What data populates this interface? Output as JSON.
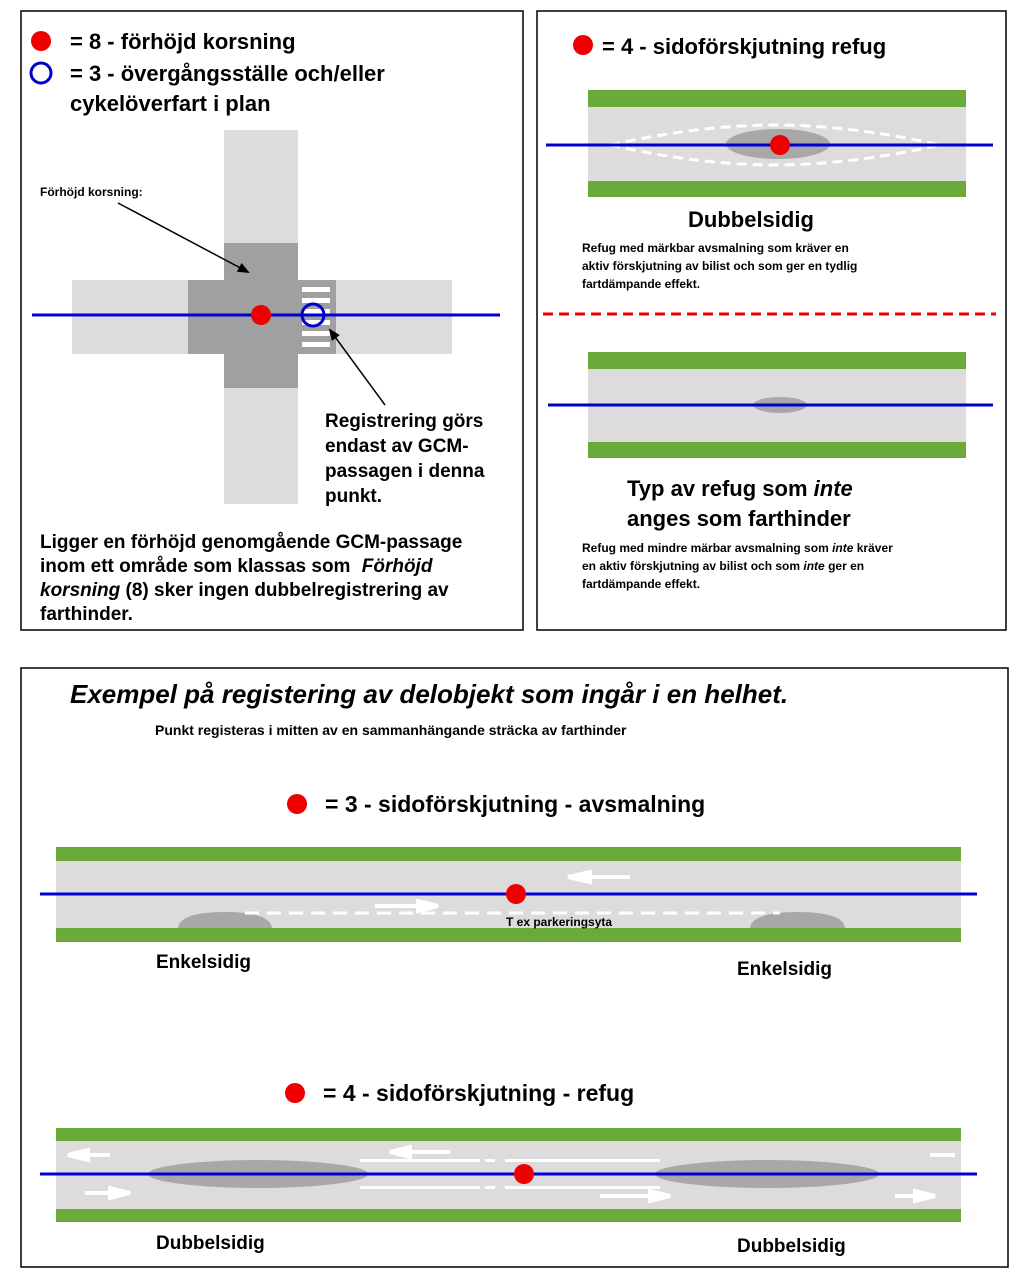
{
  "colors": {
    "road": "#dcdcdc",
    "raised": "#a0a0a0",
    "island": "#a8a8a8",
    "verge": "#6aaa3a",
    "line": "#0000cc",
    "marker": "#ee0000",
    "divider": "#ee0000"
  },
  "legend": {
    "red_dot": "= 8 - förhöjd korsning",
    "blue_circle_line1": "= 3 - övergångsställe och/eller",
    "blue_circle_line2": "cykelöverfart i plan"
  },
  "intersection": {
    "raised_label": "Förhöjd korsning:",
    "note_lines": [
      "Registrering görs",
      "endast av GCM-",
      "passagen i denna",
      "punkt."
    ],
    "bottom_line1": "Ligger en förhöjd genomgående GCM-passage",
    "bottom_line2": "inom ett område som klassas som",
    "bottom_line2_em": "Förhöjd",
    "bottom_line3_em": "korsning",
    "bottom_line3": " (8) sker ingen dubbelregistrering av",
    "bottom_line4": "farthinder."
  },
  "refuge_panel": {
    "legend": "= 4 - sidoförskjutning refug",
    "double_title": "Dubbelsidig",
    "double_desc": [
      "Refug med märkbar avsmalning som kräver en",
      "aktiv förskjutning av bilist och som ger en tydlig",
      "fartdämpande effekt."
    ],
    "not_title_line1_a": "Typ av refug som ",
    "not_title_line1_em": "inte",
    "not_title_line2": "anges som farthinder",
    "not_desc_line1_a": "Refug med mindre märbar avsmalning som ",
    "not_desc_line1_em": "inte",
    "not_desc_line1_b": " kräver",
    "not_desc_line2_a": "en aktiv förskjutning av bilist och som ",
    "not_desc_line2_em": "inte",
    "not_desc_line2_b": " ger en",
    "not_desc_line3": "fartdämpande effekt."
  },
  "examples": {
    "title": "Exempel på registering av delobjekt som ingår i en helhet.",
    "subtitle": "Punkt registeras i mitten av en sammanhängande sträcka av farthinder",
    "narrowing": {
      "legend": "= 3 - sidoförskjutning - avsmalning",
      "parking_label": "T ex parkeringsyta",
      "left_label": "Enkelsidig",
      "right_label": "Enkelsidig"
    },
    "refuge": {
      "legend": "= 4 - sidoförskjutning - refug",
      "left_label": "Dubbelsidig",
      "right_label": "Dubbelsidig"
    }
  }
}
